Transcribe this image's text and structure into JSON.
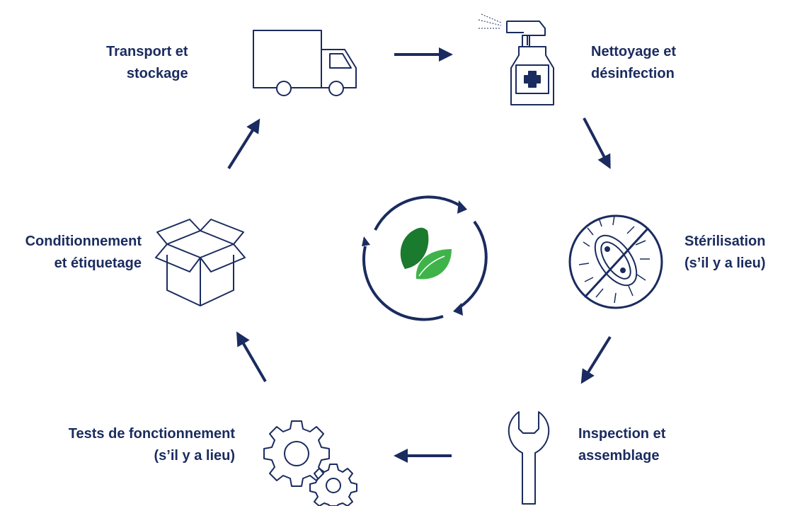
{
  "steps": [
    {
      "id": "transport",
      "lines": [
        "Transport et",
        "stockage"
      ],
      "icon": "truck-icon"
    },
    {
      "id": "cleaning",
      "lines": [
        "Nettoyage et",
        "désinfection"
      ],
      "icon": "spray-bottle-icon"
    },
    {
      "id": "sterilization",
      "lines": [
        "Stérilisation",
        "(s’il y a lieu)"
      ],
      "icon": "no-bacteria-icon"
    },
    {
      "id": "inspection",
      "lines": [
        "Inspection et",
        "assemblage"
      ],
      "icon": "wrench-icon"
    },
    {
      "id": "testing",
      "lines": [
        "Tests de fonctionnement",
        "(s’il y a lieu)"
      ],
      "icon": "gears-icon"
    },
    {
      "id": "packaging",
      "lines": [
        "Conditionnement",
        "et étiquetage"
      ],
      "icon": "open-box-icon"
    }
  ],
  "center_icon": "recycle-leaf-icon",
  "colors": {
    "navy": "#1a2b5f",
    "leaf_dark": "#1a7a2e",
    "leaf_light": "#3fb34a"
  }
}
